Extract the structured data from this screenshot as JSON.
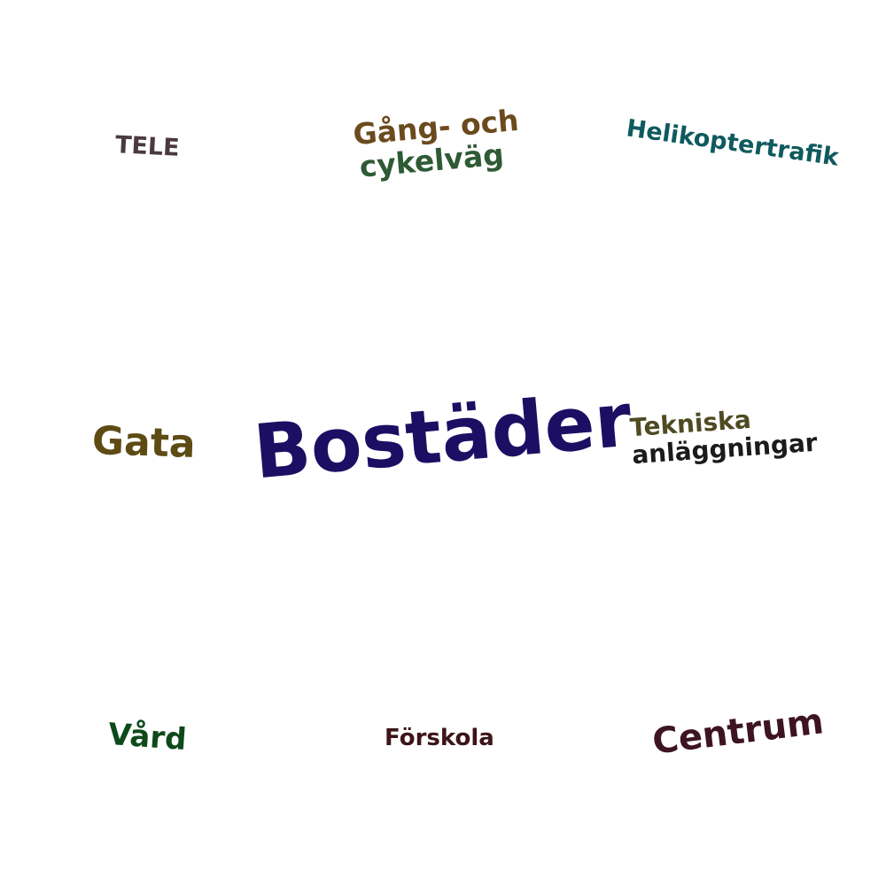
{
  "words": {
    "tele": {
      "text": "TELE",
      "color": "#4a3a3e"
    },
    "gang_line1": {
      "text": "Gång- och",
      "color": "#6b4a1e"
    },
    "gang_line2": {
      "text": "cykelväg",
      "color": "#2e5a34"
    },
    "helikopter": {
      "text": "Helikoptertrafik",
      "color": "#0f5a5e"
    },
    "gata": {
      "text": "Gata",
      "color": "#5e4b14"
    },
    "bostader": {
      "text": "Bostäder",
      "color": "#1c0f63"
    },
    "tekniska_line1": {
      "text": "Tekniska",
      "color": "#4f4a22"
    },
    "tekniska_line2": {
      "text": "anläggningar",
      "color": "#1c1a1a"
    },
    "vard": {
      "text": "Vård",
      "color": "#0d4a1a"
    },
    "forskola": {
      "text": "Förskola",
      "color": "#3d1418"
    },
    "centrum": {
      "text": "Centrum",
      "color": "#3d1420"
    }
  }
}
